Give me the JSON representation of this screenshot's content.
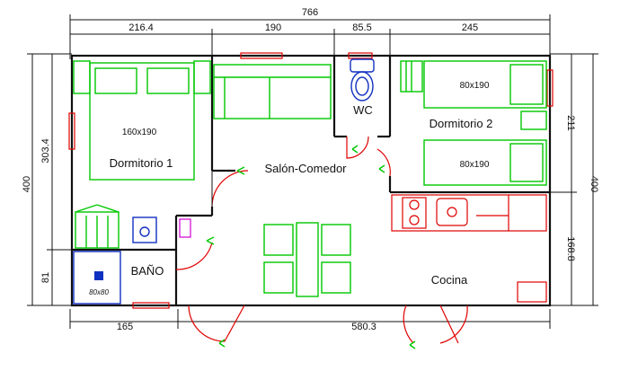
{
  "dimensions": {
    "top_total": "766",
    "top_segments": [
      "216.4",
      "190",
      "85.5",
      "245"
    ],
    "bottom_segments": [
      "165",
      "580.3"
    ],
    "left_total": "400",
    "left_segments": [
      "303.4",
      "81"
    ],
    "right_total": "400",
    "right_segments": [
      "211",
      "168.8"
    ]
  },
  "rooms": {
    "bedroom1": "Dormitorio 1",
    "bedroom2": "Dormitorio 2",
    "living": "Salón-Comedor",
    "wc": "WC",
    "bath": "BAÑO",
    "kitchen": "Cocina"
  },
  "furniture": {
    "double_bed": "160x190",
    "single_bed_top": "80x190",
    "single_bed_bottom": "80x190",
    "shower": "80x80"
  },
  "colors": {
    "walls": "#111111",
    "furniture": "#00c800",
    "windows_kitchen": "#e00000",
    "bathroom_fixtures": "#1030c0",
    "accent": "#d000d0"
  }
}
